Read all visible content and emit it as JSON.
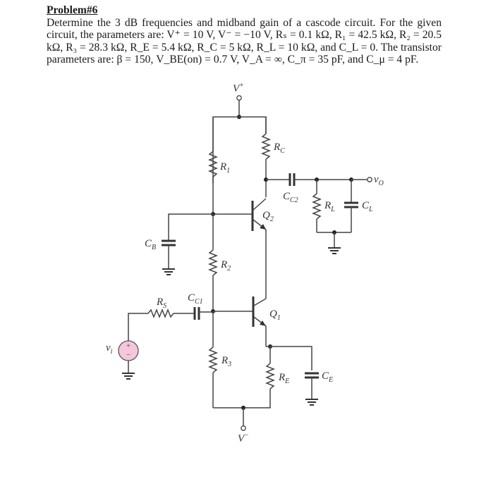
{
  "problem": {
    "title": "Problem#6",
    "text": "Determine the 3 dB frequencies and midband gain of a cascode circuit. For the given circuit, the parameters are: V⁺ = 10 V, V⁻ = −10 V, Rₛ = 0.1 kΩ, R₁ = 42.5 kΩ, R₂ = 20.5 kΩ, R₃ = 28.3 kΩ, R_E = 5.4 kΩ, R_C = 5 kΩ, R_L = 10 kΩ, and C_L = 0. The transistor parameters are: β = 150, V_BE(on) = 0.7 V, V_A = ∞, C_π = 35 pF, and C_μ = 4 pF."
  },
  "circuit": {
    "vplus": {
      "main": "V",
      "sup": "+"
    },
    "vminus": {
      "main": "V",
      "sup": "−"
    },
    "R1": {
      "main": "R",
      "sub": "1"
    },
    "R2": {
      "main": "R",
      "sub": "2"
    },
    "R3": {
      "main": "R",
      "sub": "3"
    },
    "RC": {
      "main": "R",
      "sub": "C"
    },
    "RE": {
      "main": "R",
      "sub": "E"
    },
    "RL": {
      "main": "R",
      "sub": "L"
    },
    "RS": {
      "main": "R",
      "sub": "S"
    },
    "CC1": {
      "main": "C",
      "sub": "C1"
    },
    "CC2": {
      "main": "C",
      "sub": "C2"
    },
    "CB": {
      "main": "C",
      "sub": "B"
    },
    "CE": {
      "main": "C",
      "sub": "E"
    },
    "CL": {
      "main": "C",
      "sub": "L"
    },
    "Q1": {
      "main": "Q",
      "sub": "1"
    },
    "Q2": {
      "main": "Q",
      "sub": "2"
    },
    "vi": {
      "main": "v",
      "sub": "i"
    },
    "vo": {
      "main": "v",
      "sub": "O"
    },
    "source_plus": "+",
    "source_minus": "−",
    "source_color": "#f5c6dc"
  }
}
